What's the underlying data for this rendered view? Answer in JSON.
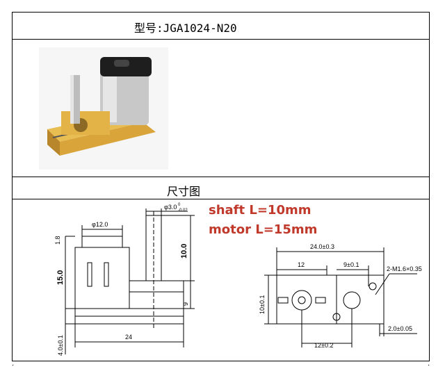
{
  "header": {
    "model_label": "型号:JGA1024-N20"
  },
  "section2": {
    "title": "尺寸图"
  },
  "notes": {
    "shaft": "shaft L=10mm",
    "motor": "motor L=15mm"
  },
  "dims": {
    "shaft_dia": "φ3.0",
    "shaft_tol_top": "0",
    "shaft_tol_bottom": "-0.02",
    "motor_dia": "φ12.0",
    "d18": "1.8",
    "d150": "15.0",
    "d100": "10.0",
    "d9": "9",
    "d40": "4.0±0.1",
    "d24": "24",
    "r240": "24.0±0.3",
    "r12": "12",
    "r9": "9±0.1",
    "r_holes": "2-M1.6×0.35",
    "r10": "10±0.1",
    "r20": "2.0±0.05",
    "r12b": "12±0.2"
  },
  "colors": {
    "note_red": "#c0392b"
  }
}
